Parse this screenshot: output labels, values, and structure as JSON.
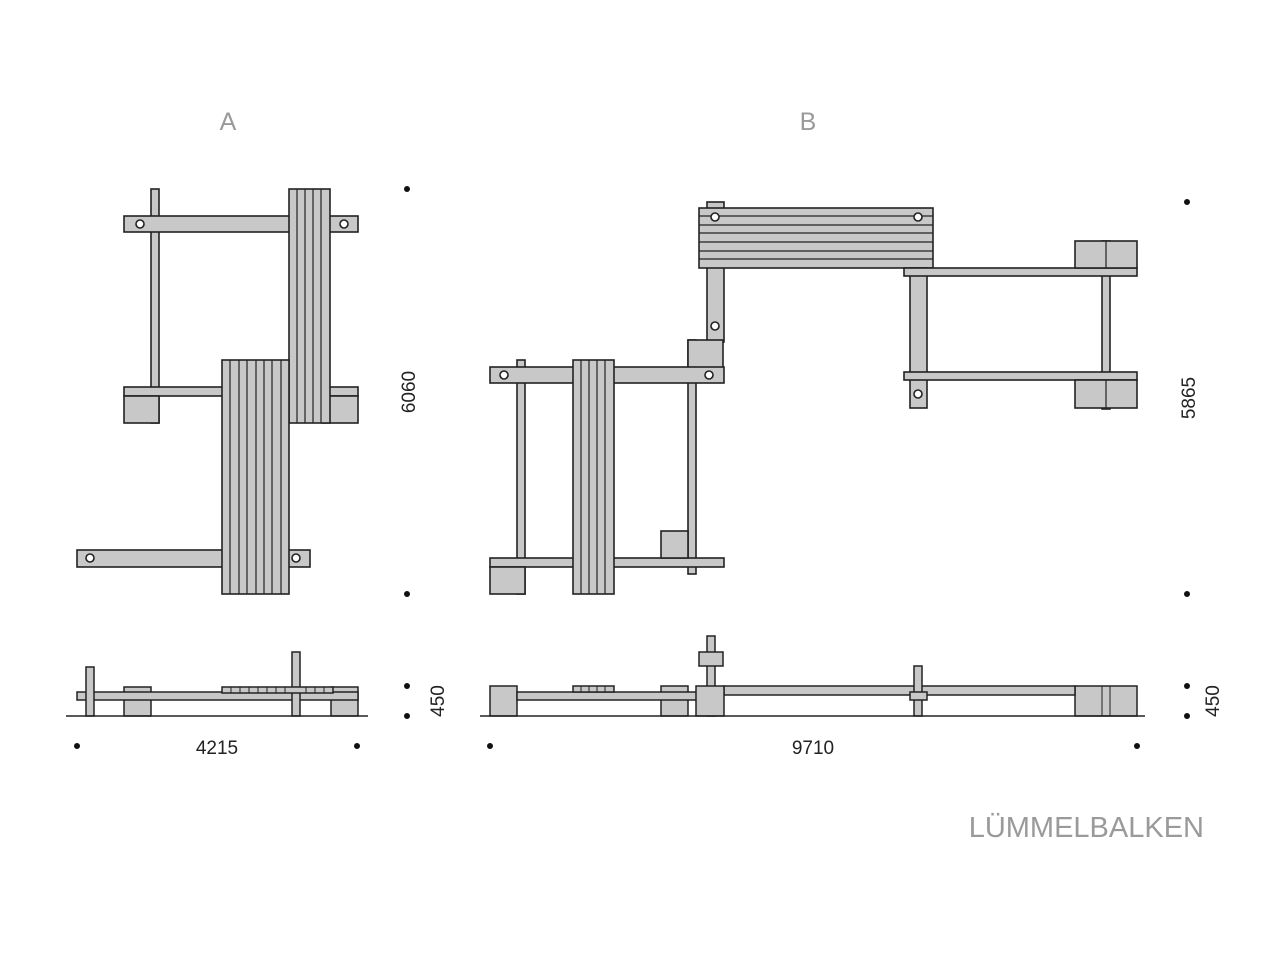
{
  "variants": [
    {
      "label": "A",
      "depth": "6060",
      "height": "450",
      "width": "4215"
    },
    {
      "label": "B",
      "depth": "5865",
      "height": "450",
      "width": "9710"
    }
  ],
  "product_name": "LÜMMELBALKEN",
  "colors": {
    "timber": "#c8c8c8",
    "line": "#222222",
    "label": "#9a9a9a",
    "background": "#ffffff"
  }
}
